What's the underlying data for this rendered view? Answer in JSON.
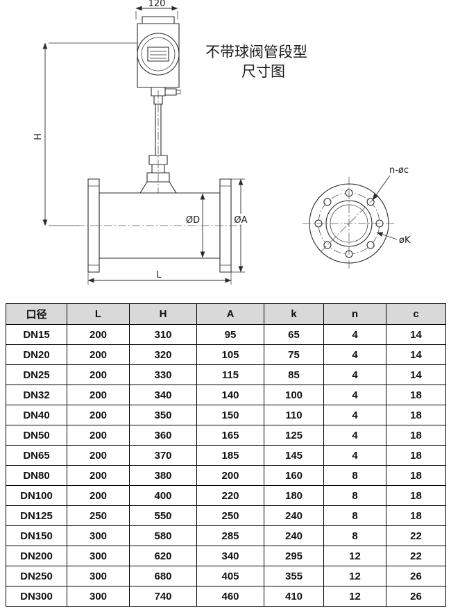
{
  "drawing": {
    "title_line1": "不带球阀管段型",
    "title_line2": "尺寸图",
    "dim_top": "120",
    "dim_H": "H",
    "dim_D": "ØD",
    "dim_A": "ØA",
    "dim_L": "L",
    "flange_holes_label": "n-øc",
    "flange_bolt_circle_label": "øK"
  },
  "table": {
    "headers": [
      "口径",
      "L",
      "H",
      "A",
      "k",
      "n",
      "c"
    ],
    "rows": [
      [
        "DN15",
        "200",
        "310",
        "95",
        "65",
        "4",
        "14"
      ],
      [
        "DN20",
        "200",
        "320",
        "105",
        "75",
        "4",
        "14"
      ],
      [
        "DN25",
        "200",
        "330",
        "115",
        "85",
        "4",
        "14"
      ],
      [
        "DN32",
        "200",
        "340",
        "140",
        "100",
        "4",
        "18"
      ],
      [
        "DN40",
        "200",
        "350",
        "150",
        "110",
        "4",
        "18"
      ],
      [
        "DN50",
        "200",
        "360",
        "165",
        "125",
        "4",
        "18"
      ],
      [
        "DN65",
        "200",
        "370",
        "185",
        "145",
        "4",
        "18"
      ],
      [
        "DN80",
        "200",
        "380",
        "200",
        "160",
        "8",
        "18"
      ],
      [
        "DN100",
        "200",
        "400",
        "220",
        "180",
        "8",
        "18"
      ],
      [
        "DN125",
        "250",
        "550",
        "250",
        "240",
        "8",
        "18"
      ],
      [
        "DN150",
        "300",
        "580",
        "285",
        "240",
        "8",
        "22"
      ],
      [
        "DN200",
        "300",
        "620",
        "340",
        "295",
        "12",
        "22"
      ],
      [
        "DN250",
        "300",
        "680",
        "405",
        "355",
        "12",
        "26"
      ],
      [
        "DN300",
        "300",
        "740",
        "460",
        "410",
        "12",
        "26"
      ]
    ]
  },
  "colors": {
    "header_bg": "#d9d9d9",
    "line": "#2b2b2b"
  }
}
